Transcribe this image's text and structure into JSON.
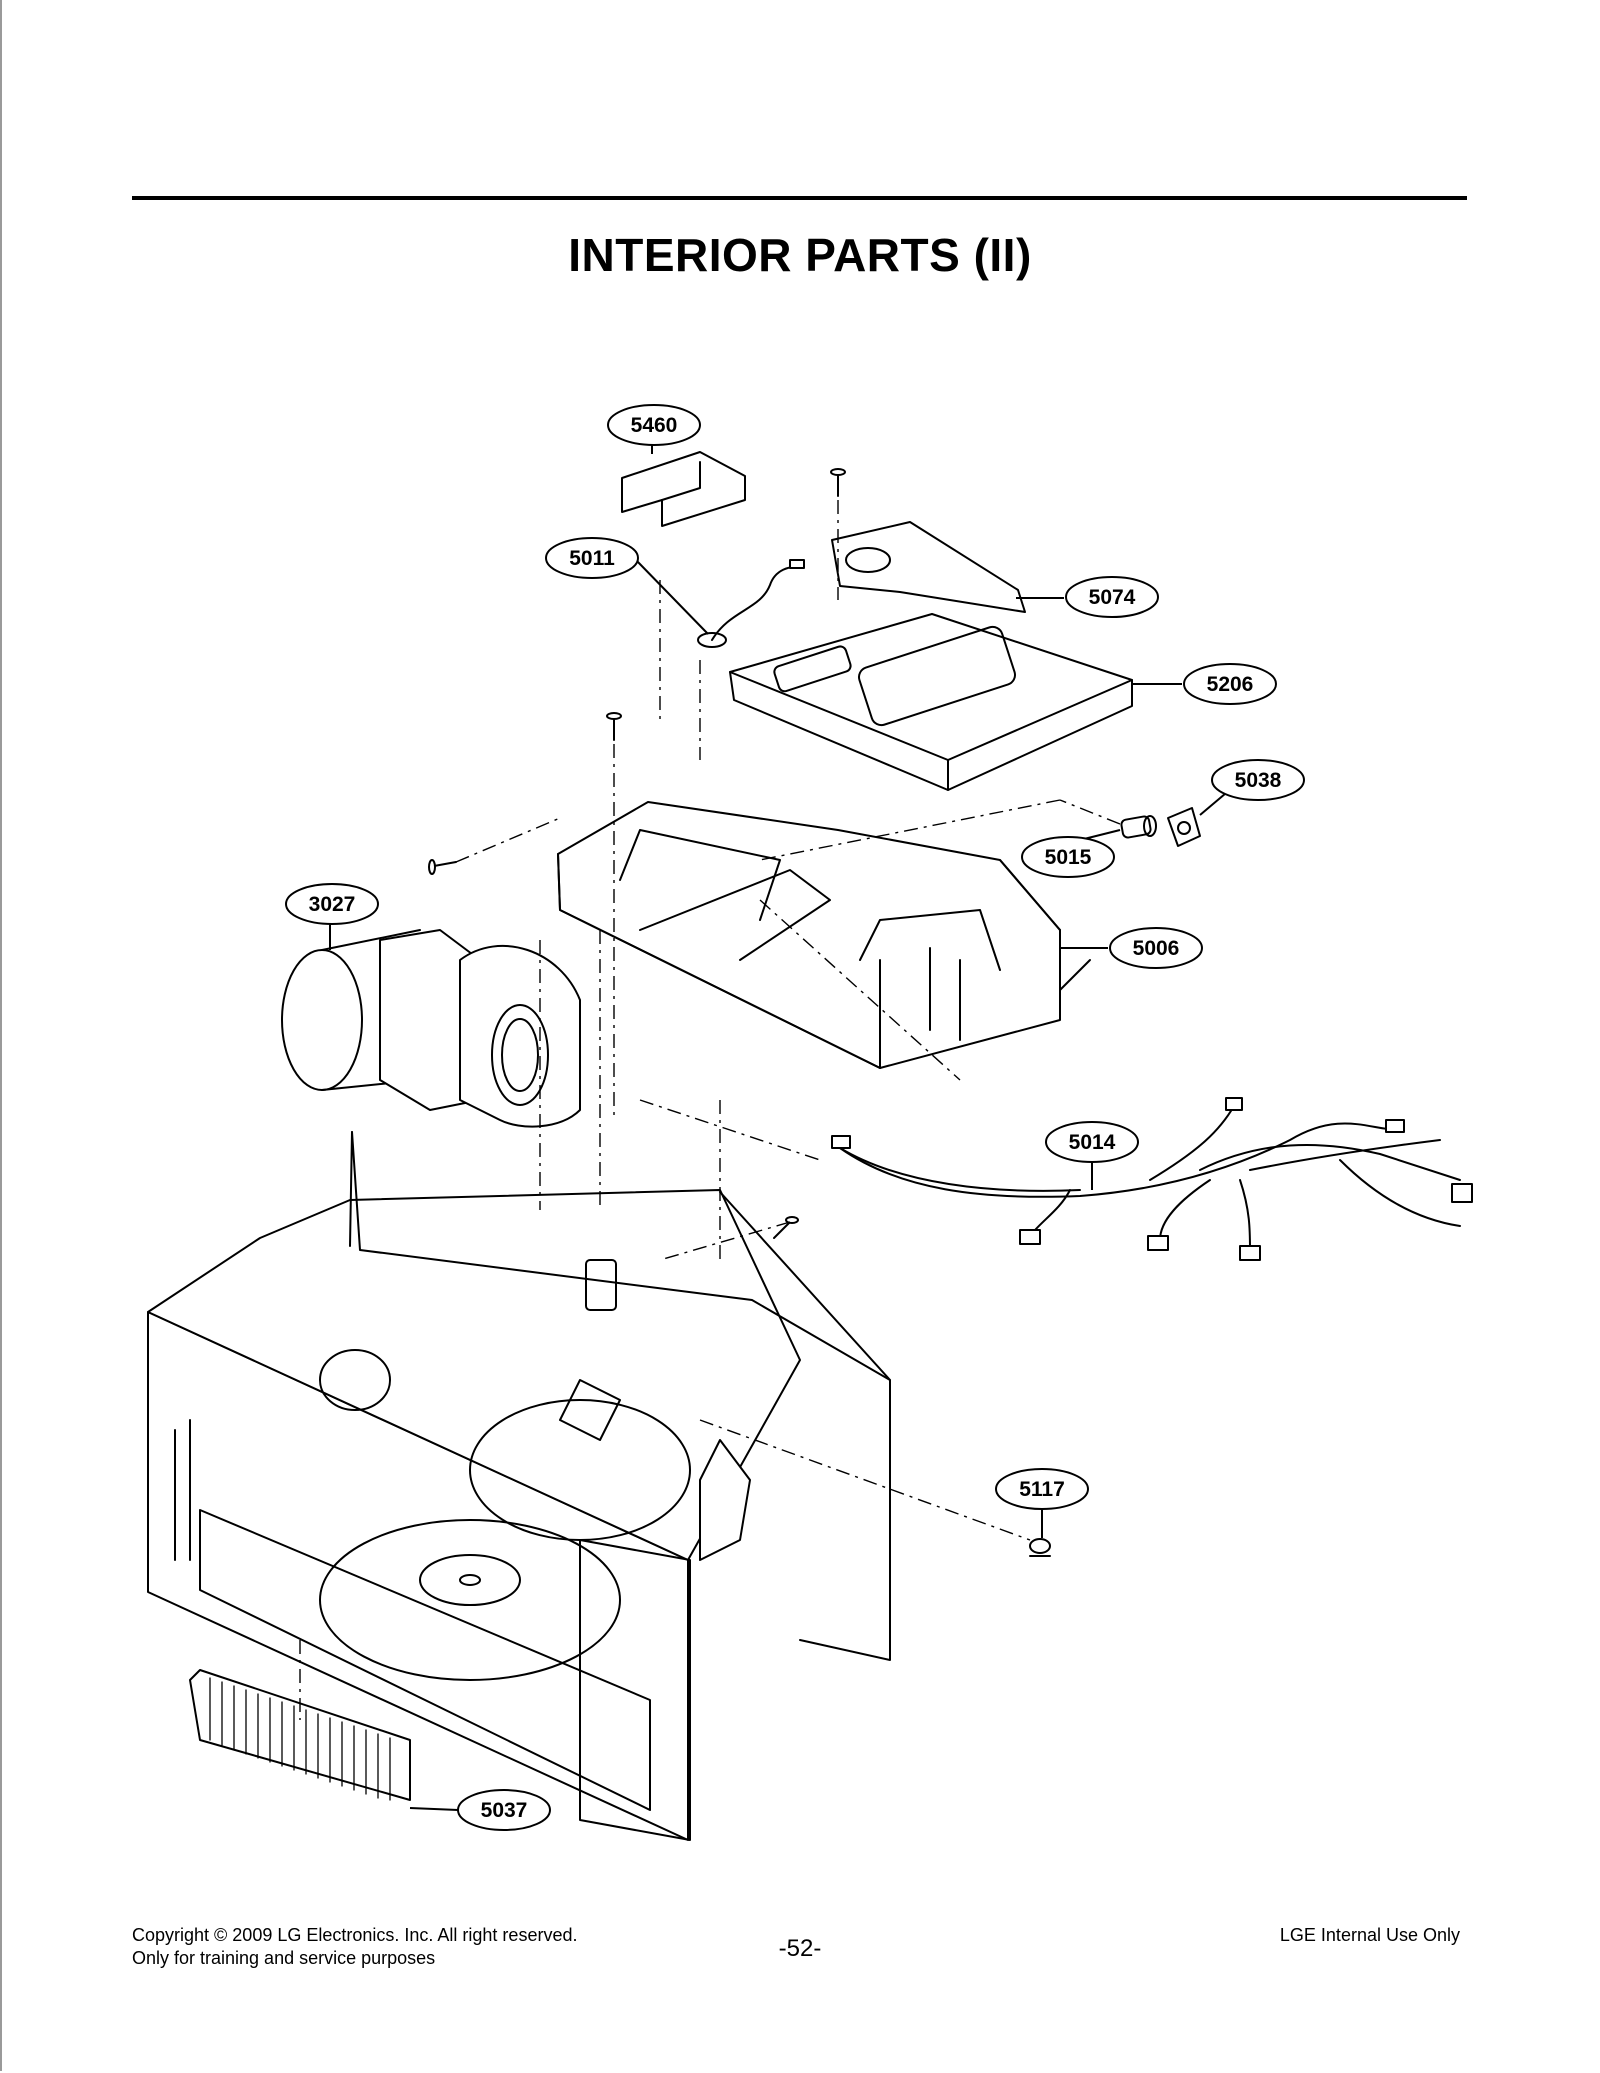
{
  "title": "INTERIOR PARTS (II)",
  "parts": [
    {
      "id": "5460"
    },
    {
      "id": "5011"
    },
    {
      "id": "5074"
    },
    {
      "id": "5206"
    },
    {
      "id": "5038"
    },
    {
      "id": "5015"
    },
    {
      "id": "3027"
    },
    {
      "id": "5006"
    },
    {
      "id": "5014"
    },
    {
      "id": "5117"
    },
    {
      "id": "5037"
    }
  ],
  "footer": {
    "copyright": "Copyright © 2009 LG Electronics. Inc. All right reserved.",
    "purpose": "Only for training and service purposes",
    "page_number": "-52-",
    "internal": "LGE Internal Use Only"
  }
}
